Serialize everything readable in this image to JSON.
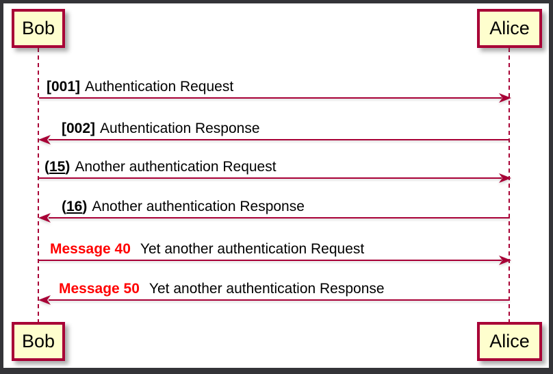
{
  "colors": {
    "accent": "#A80036",
    "actor_fill": "#FEFECE",
    "highlight_red": "#FF0000",
    "frame": "#343438",
    "text": "#000000",
    "background": "#FFFFFF"
  },
  "actors": {
    "top_left": "Bob",
    "top_right": "Alice",
    "bottom_left": "Bob",
    "bottom_right": "Alice"
  },
  "messages": [
    {
      "prefix": "[001]",
      "body": "Authentication Request",
      "direction": "right",
      "from": "Bob",
      "to": "Alice"
    },
    {
      "prefix": "[002]",
      "body": "Authentication Response",
      "direction": "left",
      "from": "Alice",
      "to": "Bob"
    },
    {
      "prefix_open": "(",
      "prefix_num": "15",
      "prefix_close": ")",
      "body": "Another authentication Request",
      "direction": "right",
      "from": "Bob",
      "to": "Alice"
    },
    {
      "prefix_open": "(",
      "prefix_num": "16",
      "prefix_close": ")",
      "body": "Another authentication Response",
      "direction": "left",
      "from": "Alice",
      "to": "Bob"
    },
    {
      "prefix": "Message 40",
      "body": "Yet another authentication Request",
      "direction": "right",
      "from": "Bob",
      "to": "Alice"
    },
    {
      "prefix": "Message 50",
      "body": "Yet another authentication Response",
      "direction": "left",
      "from": "Alice",
      "to": "Bob"
    }
  ]
}
